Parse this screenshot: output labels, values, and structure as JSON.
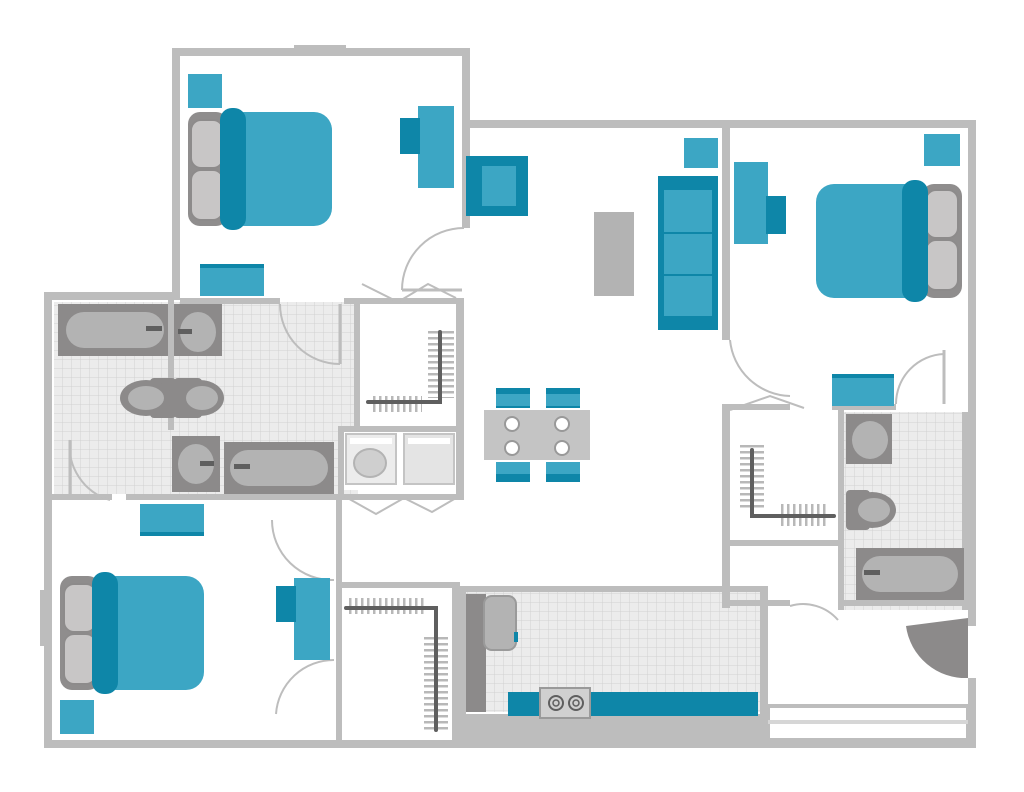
{
  "floor_plan": {
    "labels": [],
    "colors": {
      "wall": "#bdbdbd",
      "furniture_teal": "#3ca6c4",
      "furniture_dark_teal": "#0e86a8",
      "fixture_gray": "#8c8a8a",
      "tile": "#ececec",
      "entry_door": "#8c8a8a"
    },
    "rooms": [
      "bedroom-top-left",
      "bedroom-right",
      "bedroom-bottom-left",
      "living-room",
      "kitchen",
      "bathroom-left",
      "bathroom-center",
      "bathroom-right",
      "laundry",
      "closets"
    ],
    "icons": [
      "bed-icon",
      "desk-icon",
      "chair-icon",
      "sofa-icon",
      "armchair-icon",
      "dining-table-icon",
      "toilet-icon",
      "sink-icon",
      "bathtub-icon",
      "washer-icon",
      "dryer-icon",
      "stove-icon",
      "refrigerator-icon",
      "closet-rod-icon"
    ]
  }
}
